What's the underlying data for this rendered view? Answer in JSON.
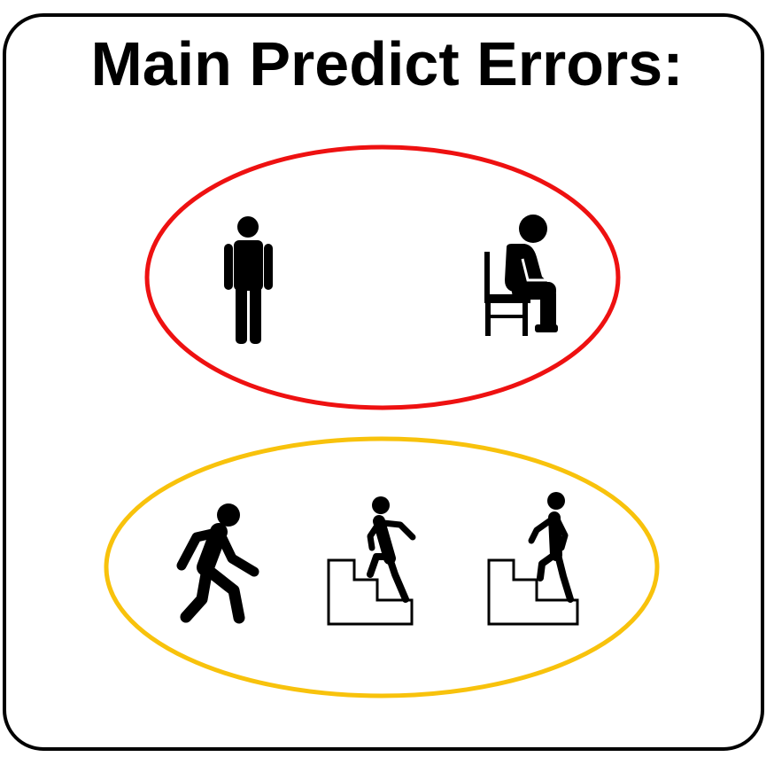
{
  "title": "Main Predict Errors:",
  "colors": {
    "border": "#000000",
    "group_1_ring": "#ee1111",
    "group_2_ring": "#f8c20c",
    "icon": "#000000"
  },
  "groups": [
    {
      "ring": "red",
      "icons": [
        "standing-person-icon",
        "sitting-person-icon"
      ]
    },
    {
      "ring": "yellow",
      "icons": [
        "walking-person-icon",
        "upstairs-person-icon",
        "downstairs-person-icon"
      ]
    }
  ]
}
